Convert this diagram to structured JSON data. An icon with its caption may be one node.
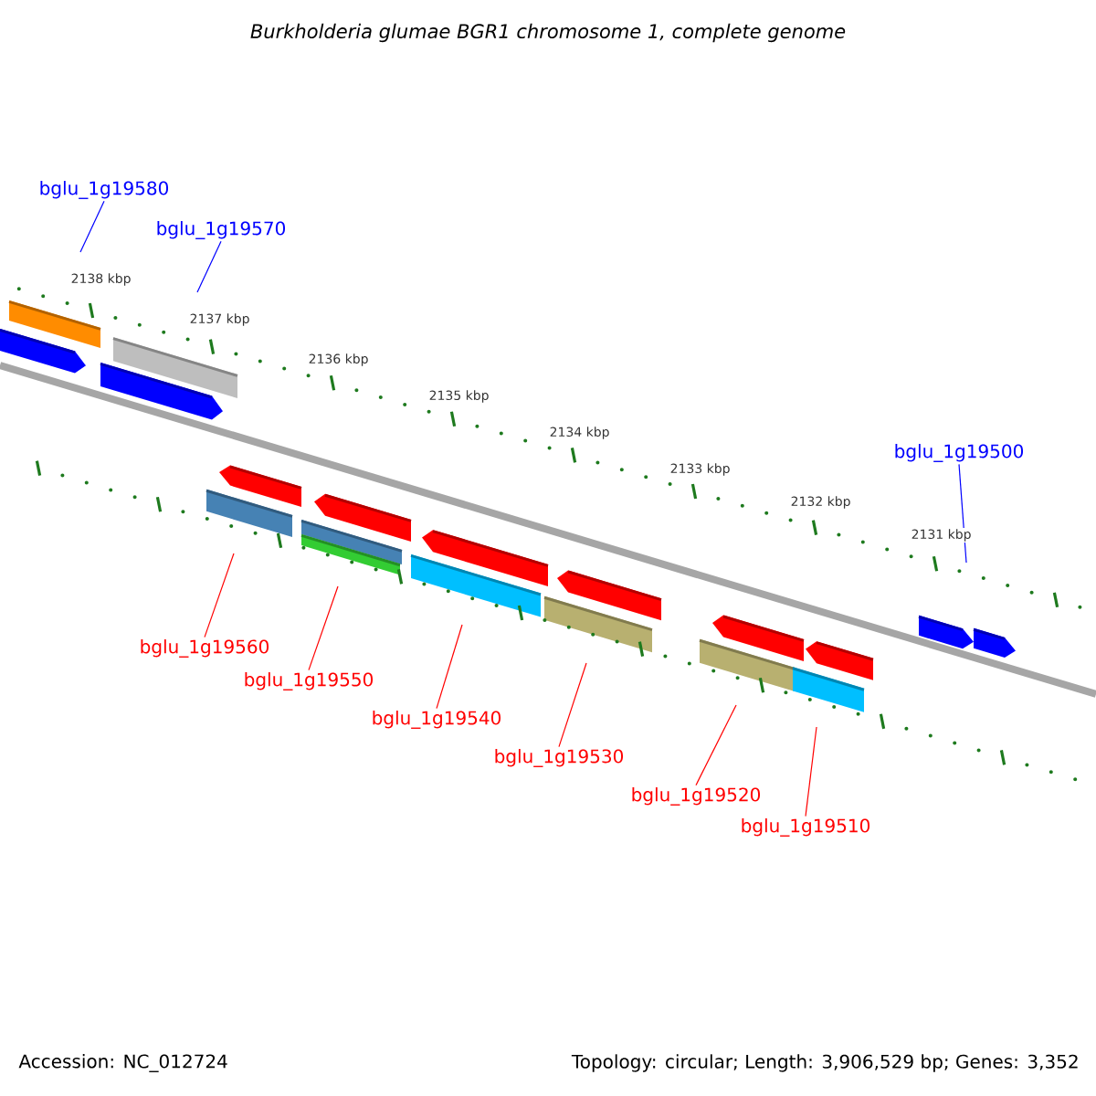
{
  "diagram": {
    "title": "*Burkholderia glumae* BGR1 chromosome 1, complete genome",
    "nodes": [
      {
        "text": [
          "bglu_1g19580"
        ]
      },
      {
        "text": [
          "bglu_1g19570"
        ]
      },
      {
        "text": [
          "bglu_1g19500"
        ]
      },
      {
        "text": [
          "bglu_1g19560"
        ]
      },
      {
        "text": [
          "bglu_1g19550"
        ]
      },
      {
        "text": [
          "bglu_1g19540"
        ]
      },
      {
        "text": [
          "bglu_1g19530"
        ]
      },
      {
        "text": [
          "bglu_1g19520"
        ]
      },
      {
        "text": [
          "bglu_1g19510"
        ]
      }
    ],
    "edges": [
      {
        "from": 0,
        "to": null,
        "arrow": "none",
        "color": "#0000ff"
      },
      {
        "from": 1,
        "to": null,
        "arrow": "none",
        "color": "#0000ff"
      },
      {
        "from": 2,
        "to": null,
        "arrow": "none",
        "color": "#0000ff"
      },
      {
        "from": 3,
        "to": null,
        "arrow": "none"
      },
      {
        "from": 4,
        "to": null,
        "arrow": "none"
      },
      {
        "from": 5,
        "to": null,
        "arrow": "none"
      },
      {
        "from": 6,
        "to": null,
        "arrow": "none"
      },
      {
        "from": 7,
        "to": null,
        "arrow": "none"
      },
      {
        "from": 8,
        "to": null,
        "arrow": "none"
      }
    ],
    "labels": [
      "2138 kbp",
      "2137 kbp",
      "2136 kbp",
      "2135 kbp",
      "2134 kbp",
      "2133 kbp",
      "2132 kbp",
      "2131 kbp",
      "Accession: NC_012724",
      "Topology: circular; Length: 3,906,529 bp; Genes: 3,352"
    ]
  }
}
